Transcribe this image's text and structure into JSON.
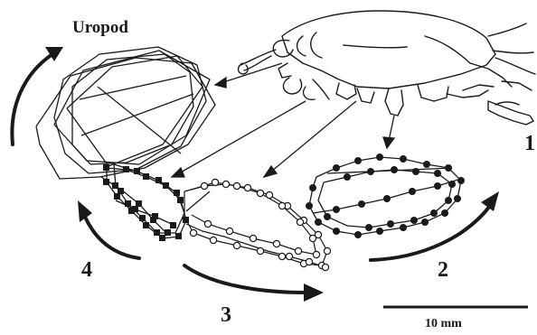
{
  "labels": {
    "uropod": "Uropod",
    "phase_1": "1",
    "phase_2": "2",
    "phase_3": "3",
    "phase_4": "4",
    "scale_bar": "10 mm"
  },
  "colors": {
    "ink": "#1a1a1a",
    "background": "#ffffff",
    "open_marker_fill": "#ffffff"
  },
  "markers": {
    "filled_circle": "filled-circle",
    "open_circle": "open-circle",
    "filled_square": "filled-square"
  }
}
